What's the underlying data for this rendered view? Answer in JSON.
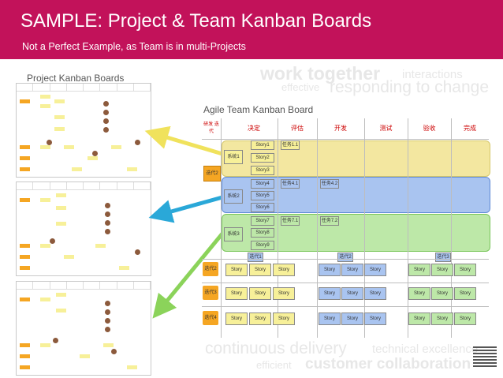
{
  "header": {
    "title": "SAMPLE: Project & Team Kanban Boards",
    "subtitle": "Not a Perfect Example, as Team is in multi-Projects",
    "background": "#c2125a"
  },
  "watermark": {
    "top": [
      "work together",
      "interactions",
      "effective",
      "responding to change"
    ],
    "bottom": [
      "continuous delivery",
      "technical excellence",
      "efficient",
      "customer collaboration"
    ]
  },
  "labels": {
    "project_boards": "Project Kanban Boards",
    "agile_board": "Agile Team Kanban Board"
  },
  "agile_board": {
    "columns": [
      "研发\n迭代",
      "决定",
      "评估",
      "开发",
      "测试",
      "验收",
      "完成"
    ],
    "row_labels": [
      "迭代2",
      "迭代3",
      "迭代4"
    ],
    "lanes": [
      "系统1",
      "系统2",
      "系统3"
    ],
    "story_cards": [
      "Story1",
      "Story2",
      "Story3",
      "Story4",
      "Story5",
      "Story6",
      "Story7",
      "Story8",
      "Story9"
    ],
    "task_cards": [
      "任务1.1",
      "任务4.1",
      "任务4.2",
      "任务7.1",
      "任务7.2"
    ],
    "iteration_cards": [
      "迭代1",
      "迭代2",
      "迭代3"
    ],
    "small_story_label": "Story"
  },
  "colors": {
    "yellow_lane": "#f3e7a0",
    "blue_lane": "#a9c4f0",
    "green_lane": "#bde8a8",
    "orange_tag": "#f5a623",
    "arrow_yellow": "#f0e25c",
    "arrow_blue": "#2aa8d8",
    "arrow_green": "#8bd35a"
  }
}
